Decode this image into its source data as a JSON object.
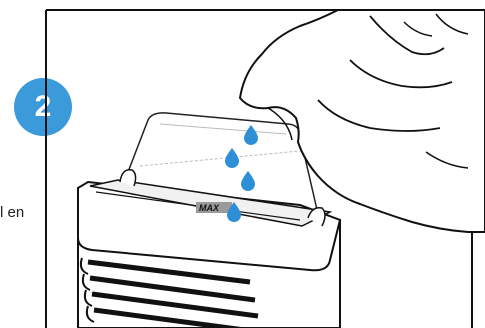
{
  "step": {
    "number": "2",
    "color": "#3b9ad9"
  },
  "side_text": {
    "fragment": "l en"
  },
  "illustration": {
    "max_label": "MAX",
    "water_color": "#2f8fd6",
    "icons": [
      "hand",
      "water-drop",
      "water-tank",
      "cooler-unit"
    ]
  }
}
